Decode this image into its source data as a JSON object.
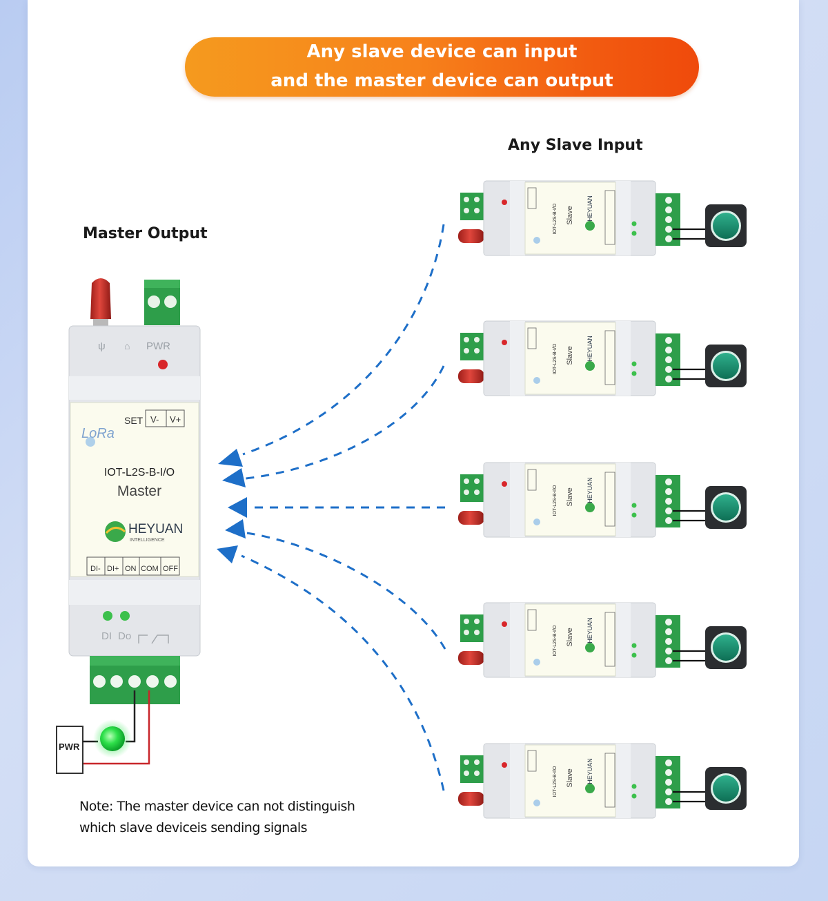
{
  "banner": {
    "line1": "Any slave device can input",
    "line2": "and the master device can output"
  },
  "master_heading": "Master Output",
  "slave_heading": "Any Slave Input",
  "master_device": {
    "model": "IOT-L2S-B-I/O",
    "role": "Master",
    "brand": "HEYUAN",
    "brand_sub": "INTELLIGENCE",
    "lora": "LoRa",
    "top_terminal_labels": [
      "SET",
      "V-",
      "V+"
    ],
    "bottom_terminal_labels": [
      "DI-",
      "DI+",
      "ON",
      "COM",
      "OFF"
    ],
    "pwr_label": "PWR",
    "status_labels": [
      "DI",
      "Do"
    ],
    "power_box_label": "PWR"
  },
  "slave_devices": [
    {
      "model": "IOT-L2S-B-I/O",
      "role": "Slave",
      "brand": "HEYUAN"
    },
    {
      "model": "IOT-L2S-B-I/O",
      "role": "Slave",
      "brand": "HEYUAN"
    },
    {
      "model": "IOT-L2S-B-I/O",
      "role": "Slave",
      "brand": "HEYUAN"
    },
    {
      "model": "IOT-L2S-B-I/O",
      "role": "Slave",
      "brand": "HEYUAN"
    },
    {
      "model": "IOT-L2S-B-I/O",
      "role": "Slave",
      "brand": "HEYUAN"
    }
  ],
  "note": {
    "line1": "Note: The master device can not distinguish",
    "line2": "which slave deviceis sending signals"
  },
  "colors": {
    "banner_start": "#f59a1e",
    "banner_end": "#ef4a0b",
    "signal": "#1e6fc8",
    "terminal_green": "#2e9e4a",
    "antenna_red": "#c9302c",
    "button_teal": "#16866a"
  }
}
